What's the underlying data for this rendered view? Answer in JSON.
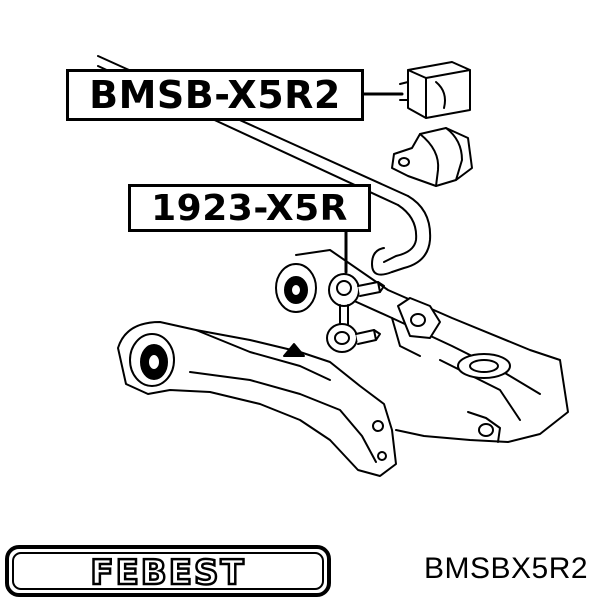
{
  "labels": {
    "upper_part_code": "BMSB-X5R2",
    "link_part_code": "1923-X5R"
  },
  "brand": {
    "logo_text": "FEBEST",
    "part_number": "BMSBX5R2"
  },
  "colors": {
    "ink": "#000000",
    "background": "#ffffff"
  }
}
